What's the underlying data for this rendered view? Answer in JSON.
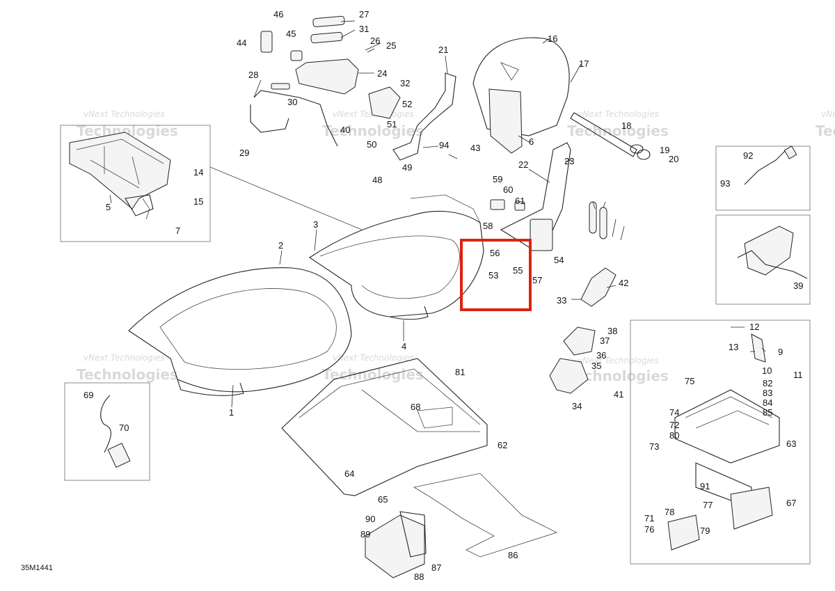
{
  "figure_code": "35M1441",
  "watermark": {
    "line1": "vNext Technologies",
    "line2": "Technologies"
  },
  "highlight_color": "#d42020",
  "callouts": [
    "1",
    "2",
    "3",
    "4",
    "5",
    "6",
    "7",
    "9",
    "10",
    "11",
    "12",
    "13",
    "14",
    "15",
    "16",
    "17",
    "18",
    "19",
    "20",
    "21",
    "22",
    "23",
    "24",
    "25",
    "26",
    "27",
    "28",
    "29",
    "30",
    "31",
    "32",
    "33",
    "34",
    "35",
    "36",
    "37",
    "38",
    "39",
    "40",
    "41",
    "42",
    "43",
    "44",
    "45",
    "46",
    "48",
    "49",
    "50",
    "51",
    "52",
    "53",
    "54",
    "55",
    "56",
    "57",
    "58",
    "59",
    "60",
    "61",
    "62",
    "63",
    "64",
    "65",
    "67",
    "68",
    "69",
    "70",
    "71",
    "72",
    "73",
    "74",
    "75",
    "76",
    "77",
    "78",
    "79",
    "80",
    "81",
    "82",
    "83",
    "84",
    "85",
    "86",
    "87",
    "88",
    "89",
    "90",
    "91",
    "92",
    "93",
    "94"
  ]
}
